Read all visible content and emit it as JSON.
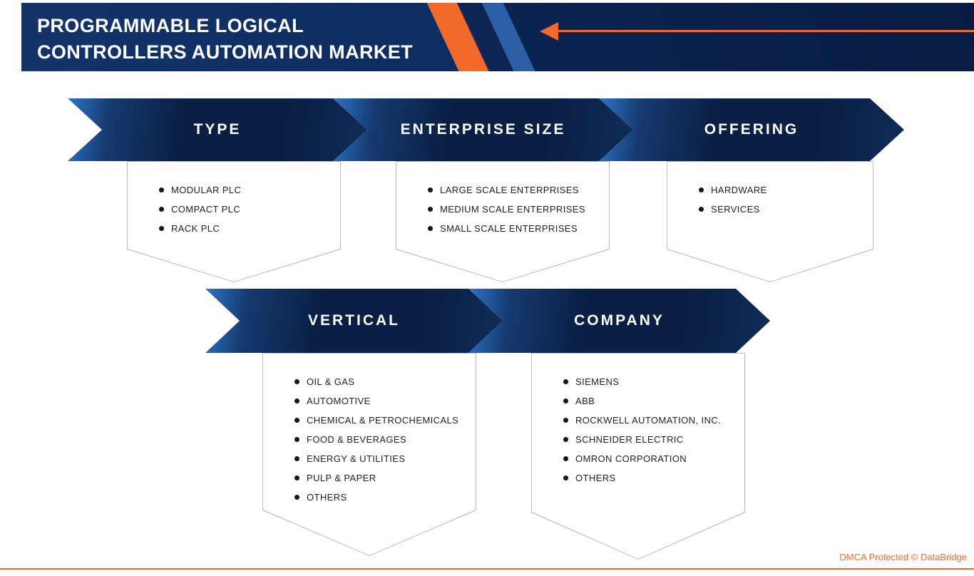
{
  "header": {
    "title_line1": "PROGRAMMABLE LOGICAL",
    "title_line2": "CONTROLLERS AUTOMATION MARKET"
  },
  "segments": [
    {
      "label": "TYPE",
      "items": [
        "MODULAR PLC",
        "COMPACT PLC",
        "RACK PLC"
      ]
    },
    {
      "label": "ENTERPRISE SIZE",
      "items": [
        "LARGE SCALE ENTERPRISES",
        "MEDIUM SCALE ENTERPRISES",
        "SMALL SCALE ENTERPRISES"
      ]
    },
    {
      "label": "OFFERING",
      "items": [
        "HARDWARE",
        "SERVICES"
      ]
    },
    {
      "label": "VERTICAL",
      "items": [
        "OIL & GAS",
        "AUTOMOTIVE",
        "CHEMICAL & PETROCHEMICALS",
        "FOOD & BEVERAGES",
        "ENERGY & UTILITIES",
        "PULP & PAPER",
        "OTHERS"
      ]
    },
    {
      "label": "COMPANY",
      "items": [
        "SIEMENS",
        "ABB",
        "ROCKWELL AUTOMATION, INC.",
        "SCHNEIDER ELECTRIC",
        "OMRON CORPORATION",
        "OTHERS"
      ]
    }
  ],
  "footer": {
    "dmca": "DMCA Protected © DataBridge"
  },
  "colors": {
    "navy": "#0d2b5c",
    "navy_dark": "#0a1e44",
    "accent_blue": "#2f74c9",
    "orange": "#f26a2a",
    "border_gray": "#bdbdbd"
  }
}
